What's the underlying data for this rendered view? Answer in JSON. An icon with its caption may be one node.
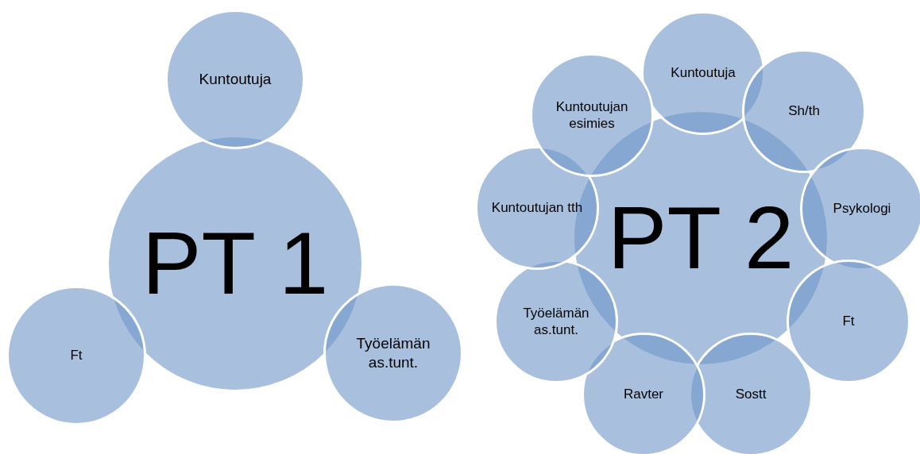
{
  "diagram": {
    "nodes": [
      {
        "text": [
          "PT 1"
        ]
      },
      {
        "text": [
          "Kuntoutuja"
        ]
      },
      {
        "text": [
          "Ft"
        ]
      },
      {
        "text": [
          "Työelämän as.tunt."
        ]
      },
      {
        "text": [
          "PT 2"
        ]
      },
      {
        "text": [
          "Kuntoutuja"
        ]
      },
      {
        "text": [
          "Sh/th"
        ]
      },
      {
        "text": [
          "Psykologi"
        ]
      },
      {
        "text": [
          "Ft"
        ]
      },
      {
        "text": [
          "Sostt"
        ]
      },
      {
        "text": [
          "Ravter"
        ]
      },
      {
        "text": [
          "Työelämän as.tunt."
        ]
      },
      {
        "text": [
          "Kuntoutujan tth"
        ]
      },
      {
        "text": [
          "Kuntoutujan esimies"
        ]
      }
    ]
  }
}
